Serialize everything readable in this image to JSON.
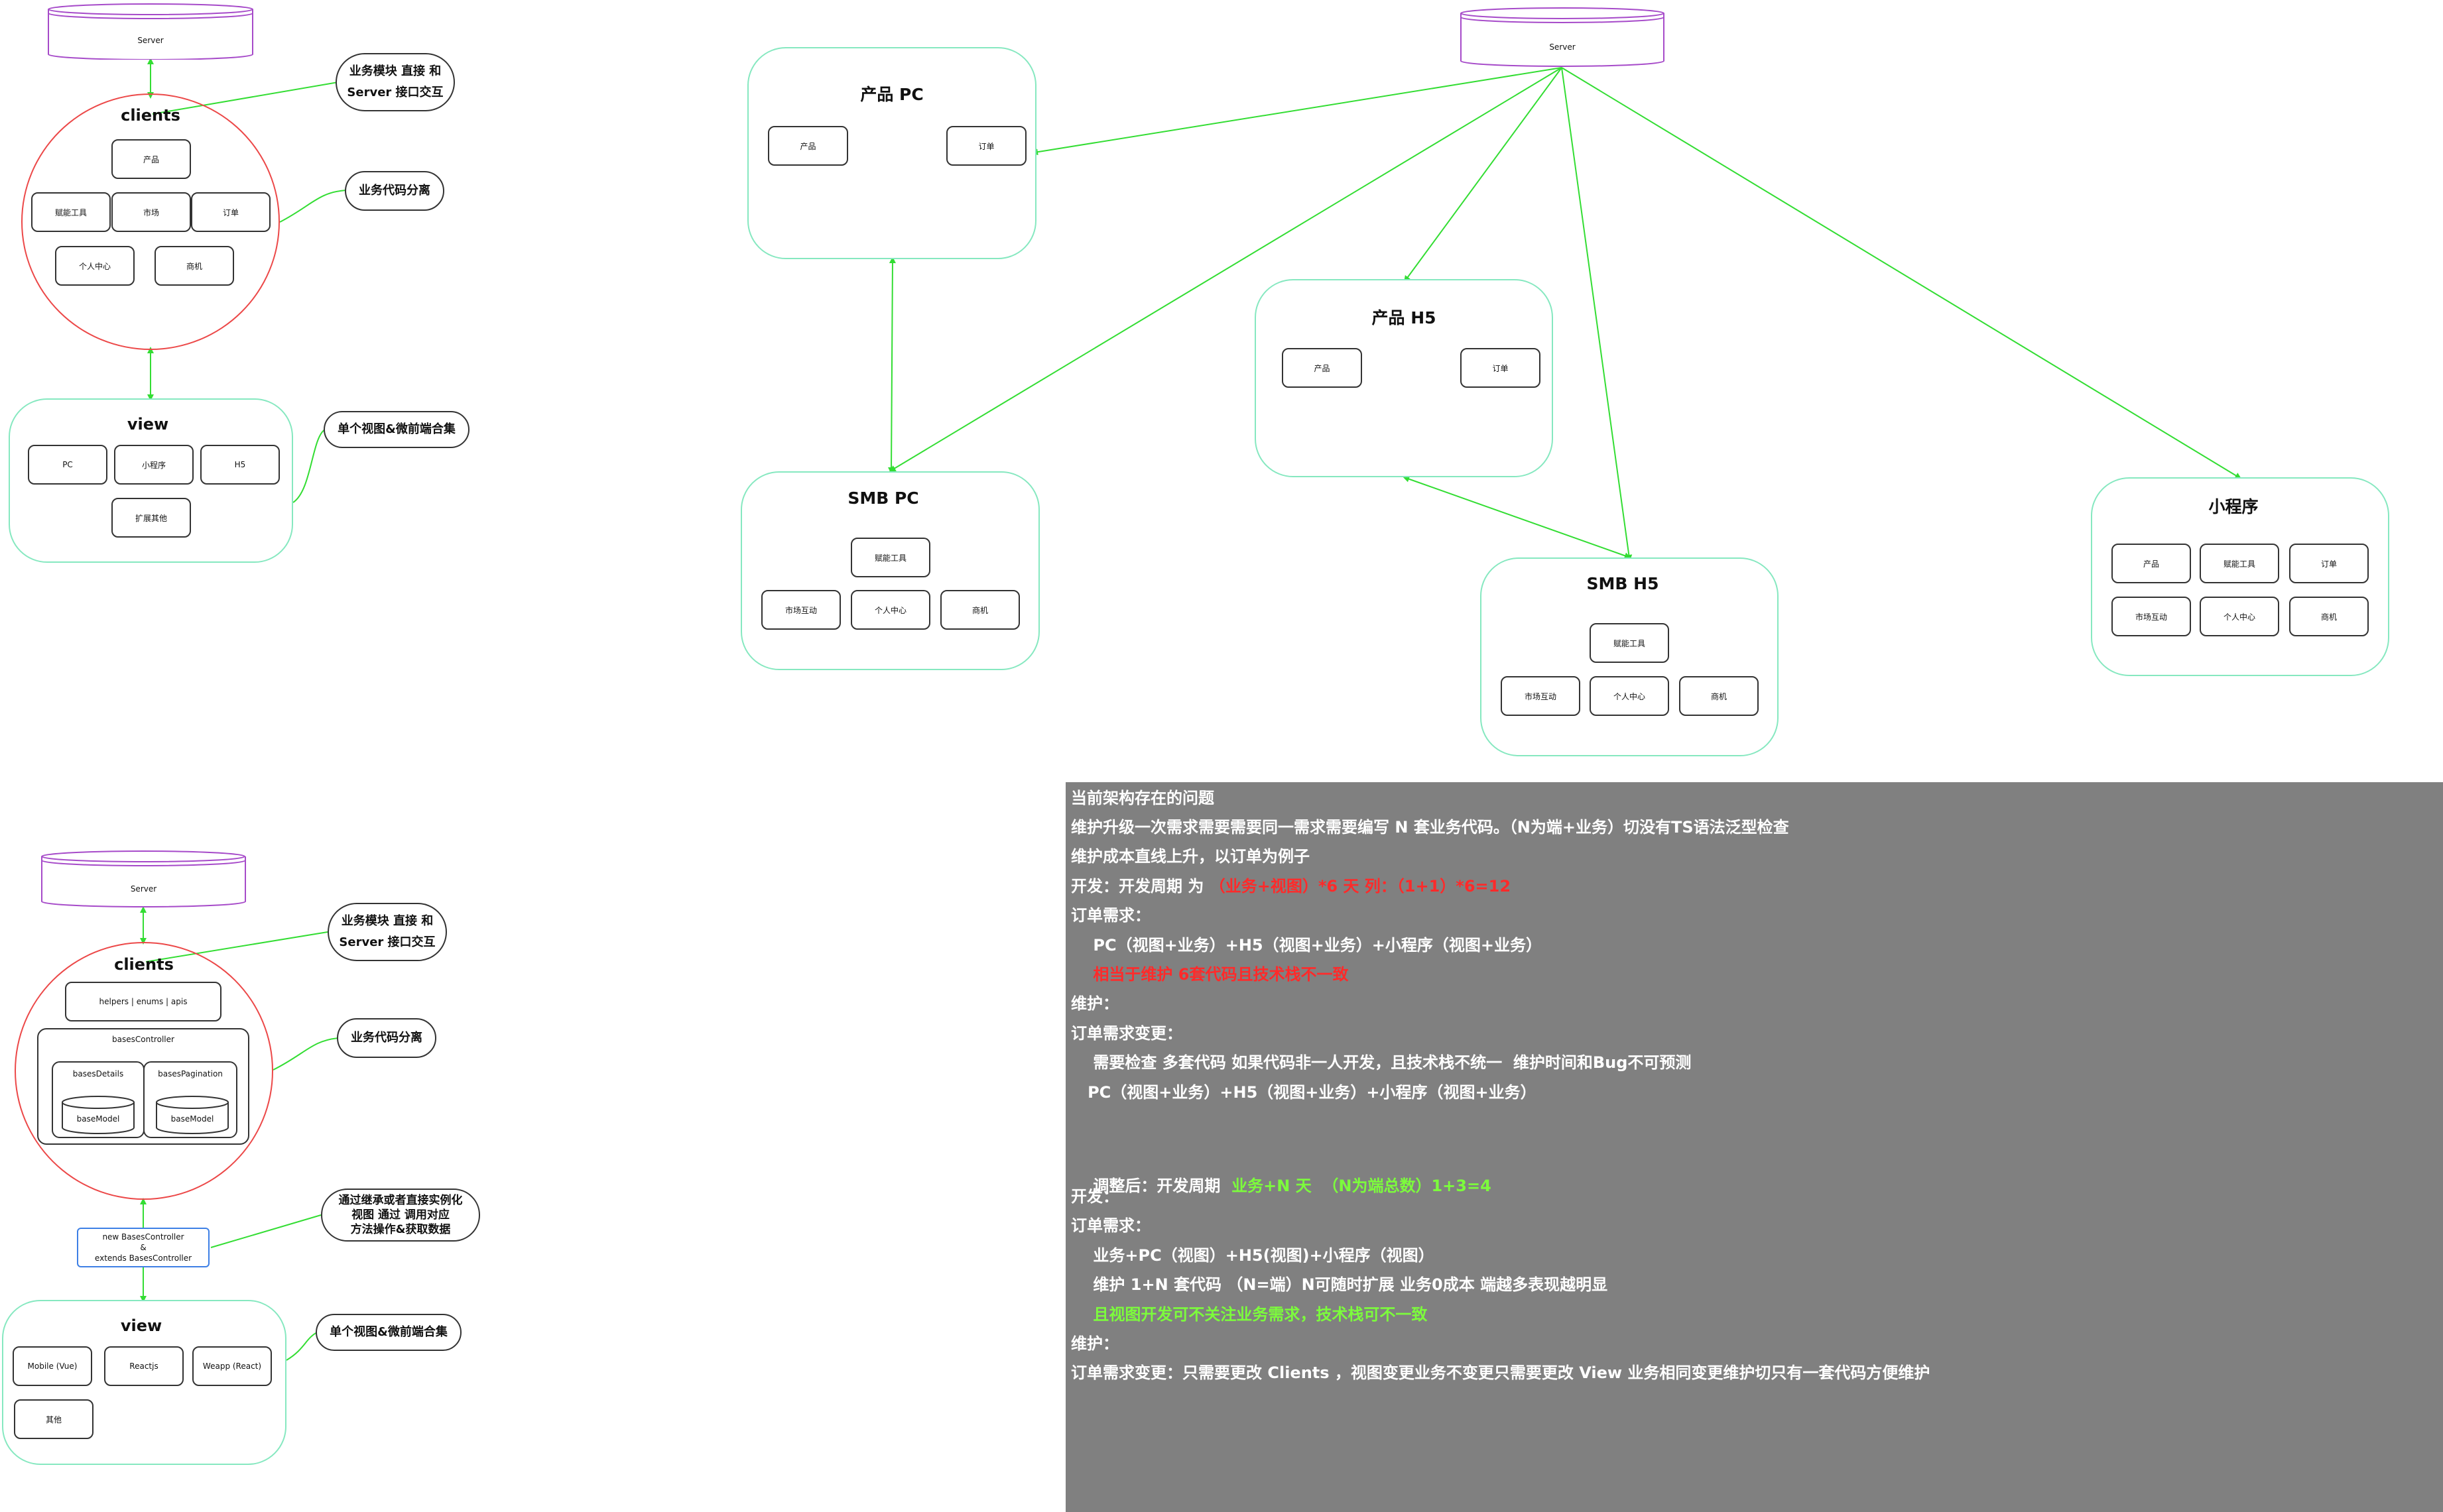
{
  "top_left": {
    "server": "Server",
    "clients_title": "clients",
    "clients_items": [
      "产品",
      "赋能工具",
      "市场",
      "订单",
      "个人中心",
      "商机"
    ],
    "view_title": "view",
    "view_items": [
      "PC",
      "小程序",
      "H5",
      "扩展其他"
    ],
    "note_server": [
      "业务模块 直接 和",
      "Server 接口交互"
    ],
    "note_split": "业务代码分离",
    "note_view": "单个视图&微前端合集"
  },
  "top_right": {
    "server": "Server",
    "pc": {
      "title": "产品 PC",
      "items": [
        "产品",
        "订单"
      ]
    },
    "h5": {
      "title": "产品 H5",
      "items": [
        "产品",
        "订单"
      ]
    },
    "smb_pc": {
      "title": "SMB PC",
      "items": [
        "赋能工具",
        "市场互动",
        "个人中心",
        "商机"
      ]
    },
    "smb_h5": {
      "title": "SMB H5",
      "items": [
        "赋能工具",
        "市场互动",
        "个人中心",
        "商机"
      ]
    },
    "mini": {
      "title": "小程序",
      "items": [
        "产品",
        "赋能工具",
        "订单",
        "市场互动",
        "个人中心",
        "商机"
      ]
    }
  },
  "bottom_left": {
    "server": "Server",
    "clients_title": "clients",
    "helpers": "helpers | enums | apis",
    "bases_controller": "basesController",
    "bases_details": "basesDetails",
    "bases_pagination": "basesPagination",
    "base_model_1": "baseModel",
    "base_model_2": "baseModel",
    "new_controller": [
      "new BasesController",
      "&",
      "extends BasesController"
    ],
    "view_title": "view",
    "view_items": [
      "Mobile (Vue)",
      "Reactjs",
      "Weapp (React)",
      "其他"
    ],
    "note_server": [
      "业务模块 直接 和",
      "Server 接口交互"
    ],
    "note_split": "业务代码分离",
    "note_inherit": [
      "通过继承或者直接实例化",
      "视图 通过 调用对应",
      "方法操作&获取数据"
    ],
    "note_view": "单个视图&微前端合集"
  },
  "panel": {
    "line1": "当前架构存在的问题",
    "line2": "维护升级一次需求需要需要同一需求需要编写 N 套业务代码。（N为端+业务）切没有TS语法泛型检查",
    "line3": "维护成本直线上升，以订单为例子",
    "line4_a": "开发：开发周期 为 ",
    "line4_b": "（业务+视图）*6 天     列：（1+1）*6=12",
    "line5": "订单需求：",
    "line6": "    PC（视图+业务）+H5（视图+业务）+小程序（视图+业务）",
    "line7": "    相当于维护 6套代码且技术栈不一致",
    "line8": "维护：",
    "line9": "订单需求变更：",
    "line10": "    需要检查 多套代码 如果代码非一人开发，且技术栈不统一  维护时间和Bug不可预测",
    "line11": "   PC（视图+业务）+H5（视图+业务）+小程序（视图+业务）",
    "line12_a": "调整后：开发周期  ",
    "line12_b": "业务+N 天  （N为端总数）1+3=4",
    "line13": "开发：",
    "line14": "订单需求：",
    "line15": "    业务+PC（视图）+H5(视图)+小程序（视图）",
    "line16": "    维护 1+N 套代码 （N=端）N可随时扩展 业务0成本 端越多表现越明显",
    "line17": "    且视图开发可不关注业务需求，技术栈可不一致",
    "line18": "维护：",
    "line19": "订单需求变更：只需要更改 Clients ，视图变更业务不变更只需要更改 View 业务相同变更维护切只有一套代码方便维护"
  }
}
